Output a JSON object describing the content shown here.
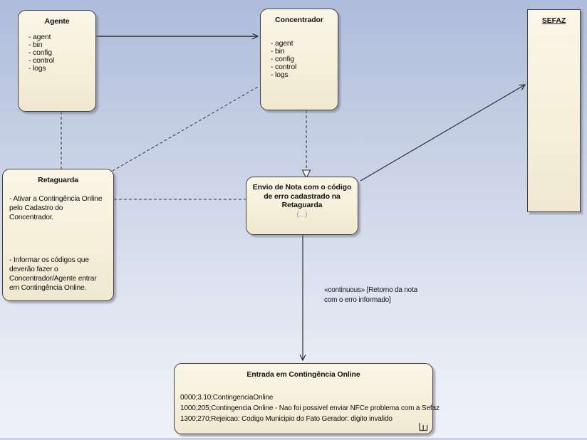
{
  "diagram": {
    "nodes": {
      "agente": {
        "title": "Agente",
        "items": [
          "- agent",
          "- bin",
          "- config",
          "- control",
          "- logs"
        ]
      },
      "concentrador": {
        "title": "Concentrador",
        "items": [
          "- agent",
          "- bin",
          "- config",
          "- control",
          "- logs"
        ]
      },
      "sefaz": {
        "title": "SEFAZ"
      },
      "retaguarda": {
        "title": "Retaguarda",
        "paragraph1": "- Ativar a Contingência Online pelo Cadastro do Concentrador.",
        "paragraph2": "- Informar os códigos que deverão fazer o Concentrador/Agente entrar em Contingência Online."
      },
      "envio": {
        "title": "Envio de Nota com o código de erro cadastrado na Retaguarda",
        "ellipsis": "(...)"
      },
      "entrada": {
        "title": "Entrada em Contingência Online",
        "lines": [
          "0000;3.10;ContingenciaOnline",
          "1000;205;Contingencia Online - Nao foi possivel enviar NFCe problema com a Sefaz",
          "1300;270;Rejeicao: Codigo Municipio do Fato Gerador: digito invalido"
        ]
      }
    },
    "edge_label": "«continuous» [Retorno da nota com o erro informado]",
    "colors": {
      "background_top": "#aebcdb",
      "background_bottom": "#eef1f8",
      "node_fill": "#f8f2df",
      "node_border": "#41413b",
      "connector": "#2e2e2e",
      "ellipsis_text": "#8d8d9e"
    }
  }
}
